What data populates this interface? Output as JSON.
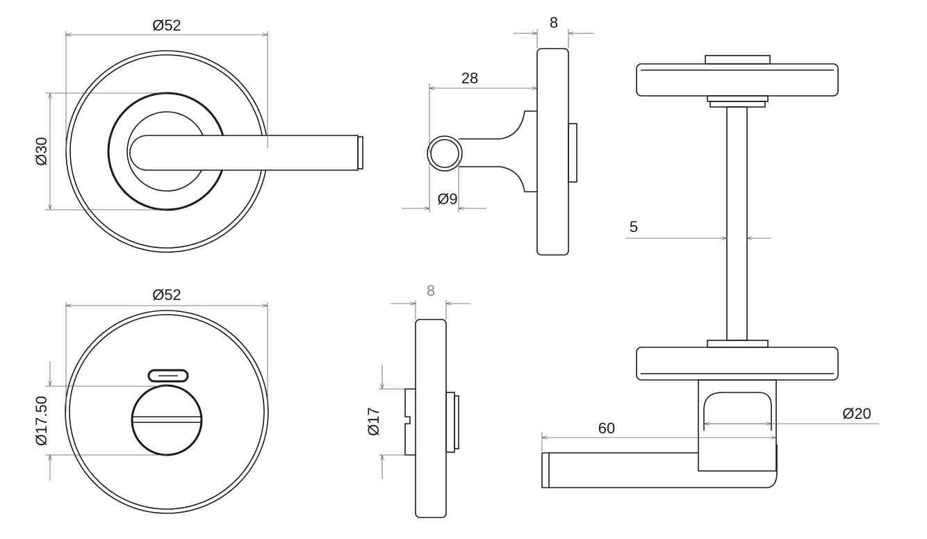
{
  "drawing": {
    "top_left": {
      "diameter_outer": "Ø52",
      "diameter_rose": "Ø30"
    },
    "top_middle": {
      "thickness": "8",
      "projection": "28",
      "handle_diameter": "Ø9"
    },
    "right": {
      "spindle": "5",
      "neck_diameter": "Ø20",
      "lever_length": "60"
    },
    "bottom_left": {
      "diameter_outer": "Ø52",
      "turn_diameter": "Ø17.50"
    },
    "bottom_middle": {
      "thickness": "8",
      "turn_diameter": "Ø17"
    }
  }
}
